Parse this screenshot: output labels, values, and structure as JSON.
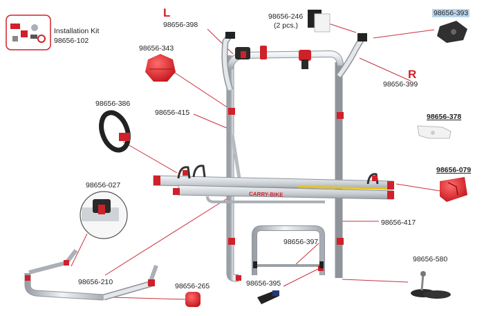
{
  "installation_kit": {
    "title": "Installation Kit",
    "part": "98656-102"
  },
  "sides": {
    "left": "L",
    "right": "R"
  },
  "rail_brand": "CARRY-BIKE",
  "parts": {
    "p246": "98656-246",
    "p246_qty": "(2 pcs.)",
    "p393": "98656-393",
    "p398": "98656-398",
    "p343": "98656-343",
    "p399": "98656-399",
    "p386": "98656-386",
    "p415": "98656-415",
    "p378": "98656-378",
    "p079": "98656-079",
    "p027": "98656-027",
    "p417": "98656-417",
    "p397": "98656-397",
    "p580": "98656-580",
    "p210": "98656-210",
    "p265": "98656-265",
    "p395": "98656-395"
  },
  "colors": {
    "accent_red": "#d0202a",
    "frame": "#cfd3d8",
    "leader": "#c8323c",
    "highlight": "#b9d4ee"
  }
}
